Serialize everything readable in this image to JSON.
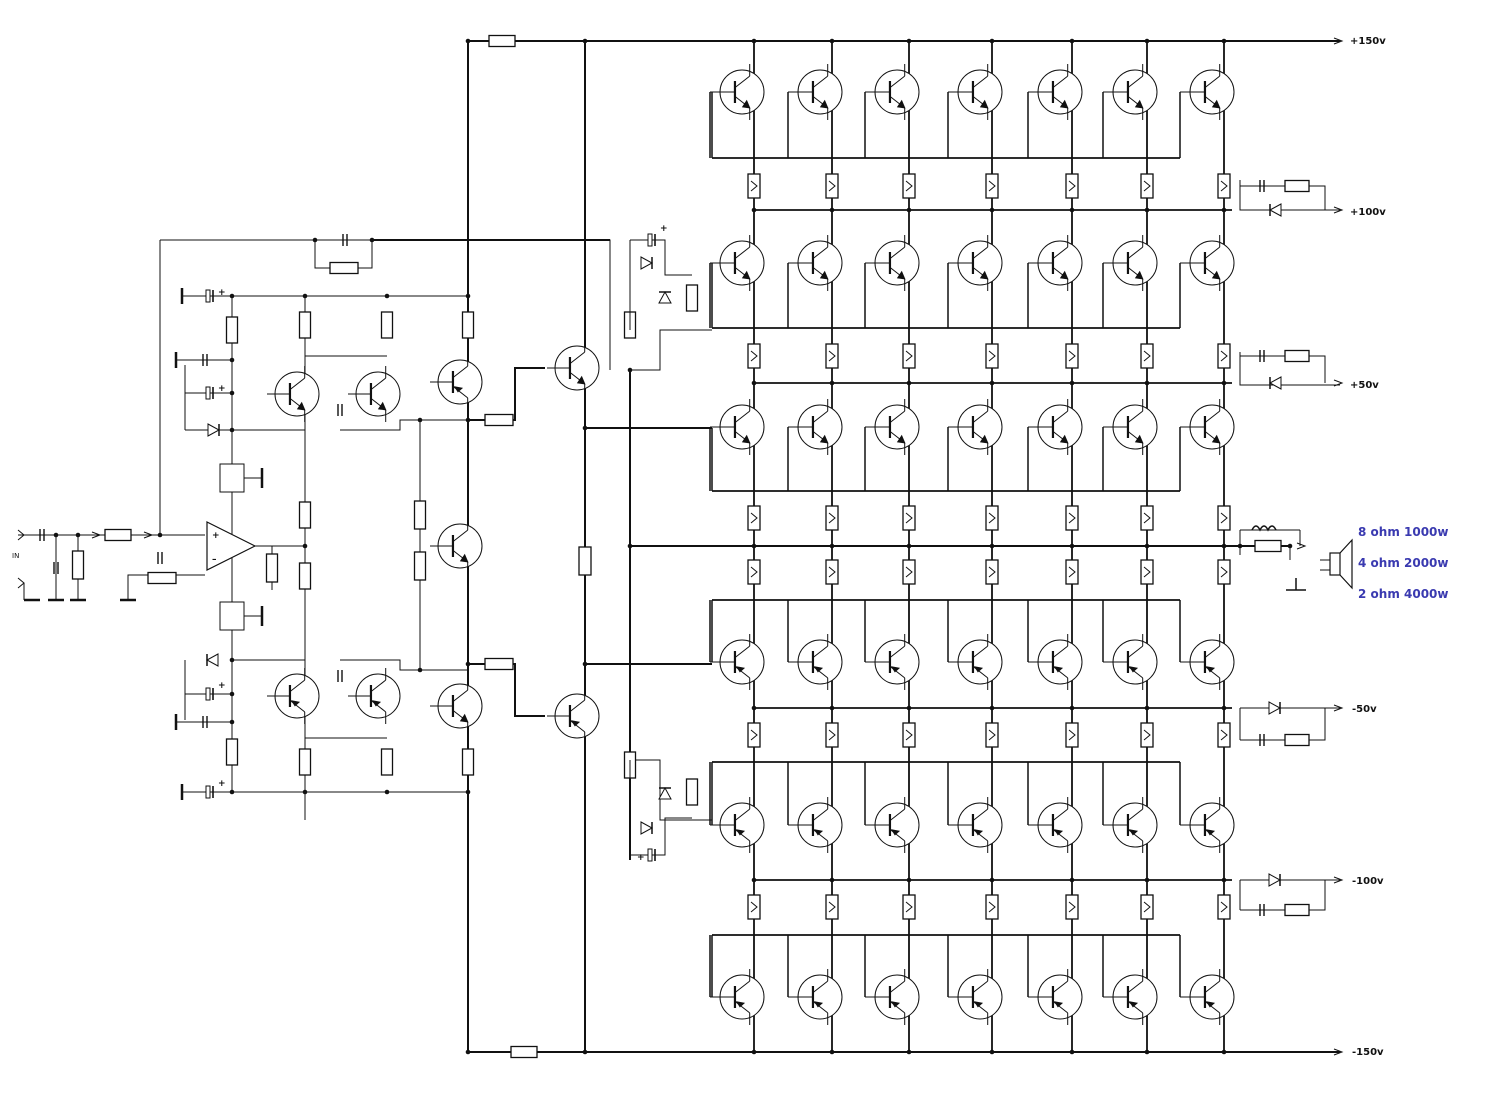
{
  "input": {
    "label": "IN"
  },
  "rails": [
    {
      "id": "p150",
      "label": "+150v"
    },
    {
      "id": "p100",
      "label": "+100v"
    },
    {
      "id": "p50",
      "label": "+50v"
    },
    {
      "id": "n50",
      "label": "-50v"
    },
    {
      "id": "n100",
      "label": "-100v"
    },
    {
      "id": "n150",
      "label": "-150v"
    }
  ],
  "speaker": {
    "ratings": [
      "8 ohm 1000w",
      "4 ohm 2000w",
      "2 ohm 4000w"
    ],
    "color": "#3a3ab0"
  },
  "colors": {
    "wire": "#111111",
    "component": "#222222",
    "background": "#ffffff"
  }
}
